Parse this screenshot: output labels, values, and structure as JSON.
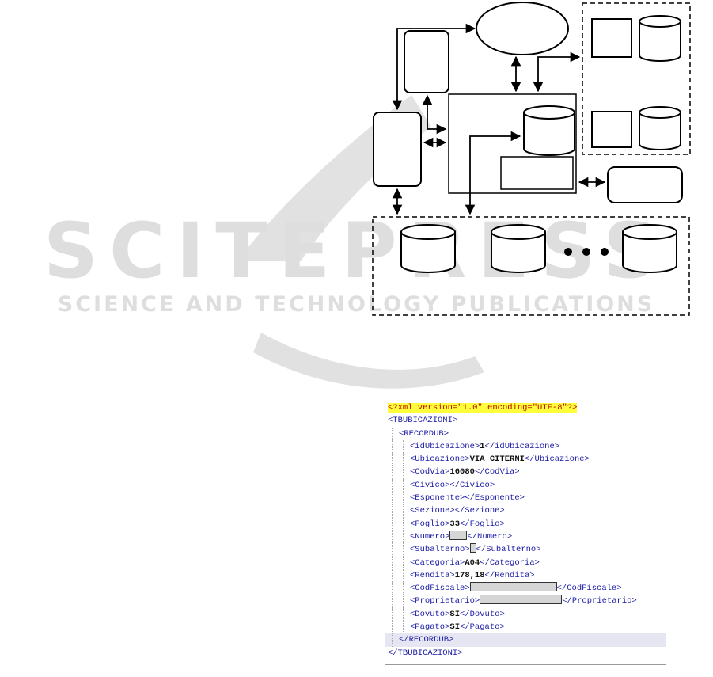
{
  "watermark": {
    "title": "SCITEPRESS",
    "subtitle": "SCIENCE AND TECHNOLOGY PUBLICATIONS"
  },
  "diagram": {
    "ellipsis": "• • •"
  },
  "xml": {
    "declaration": "<?xml version=\"1.0\" encoding=\"UTF-8\"?>",
    "lines": [
      {
        "indent": 0,
        "open": "<TBUBICAZIONI>"
      },
      {
        "indent": 1,
        "open": "<RECORDUB>"
      },
      {
        "indent": 2,
        "open": "<idUbicazione>",
        "value": "1",
        "close": "</idUbicazione>"
      },
      {
        "indent": 2,
        "open": "<Ubicazione>",
        "value": "VIA CITERNI",
        "close": "</Ubicazione>"
      },
      {
        "indent": 2,
        "open": "<CodVia>",
        "value": "16080",
        "close": "</CodVia>"
      },
      {
        "indent": 2,
        "open": "<Civico>",
        "value": "",
        "close": "</Civico>"
      },
      {
        "indent": 2,
        "open": "<Esponente>",
        "value": "",
        "close": "</Esponente>"
      },
      {
        "indent": 2,
        "open": "<Sezione>",
        "value": "",
        "close": "</Sezione>"
      },
      {
        "indent": 2,
        "open": "<Foglio>",
        "value": "33",
        "close": "</Foglio>"
      },
      {
        "indent": 2,
        "open": "<Numero>",
        "value": "",
        "redactedWidth": 22,
        "close": "</Numero>"
      },
      {
        "indent": 2,
        "open": "<Subalterno>",
        "value": "",
        "redactedWidth": 8,
        "close": "</Subalterno>"
      },
      {
        "indent": 2,
        "open": "<Categoria>",
        "value": "A04",
        "close": "</Categoria>"
      },
      {
        "indent": 2,
        "open": "<Rendita>",
        "value": "178,18",
        "close": "</Rendita>"
      },
      {
        "indent": 2,
        "open": "<CodFiscale>",
        "value": "",
        "redactedWidth": 110,
        "close": "</CodFiscale>"
      },
      {
        "indent": 2,
        "open": "<Proprietario>",
        "value": "",
        "redactedWidth": 104,
        "close": "</Proprietario>"
      },
      {
        "indent": 2,
        "open": "<Dovuto>",
        "value": "SI",
        "close": "</Dovuto>"
      },
      {
        "indent": 2,
        "open": "<Pagato>",
        "value": "SI",
        "close": "</Pagato>"
      },
      {
        "indent": 1,
        "open": "</RECORDUB>",
        "selected": true
      },
      {
        "indent": 0,
        "open": "</TBUBICAZIONI>"
      }
    ]
  }
}
